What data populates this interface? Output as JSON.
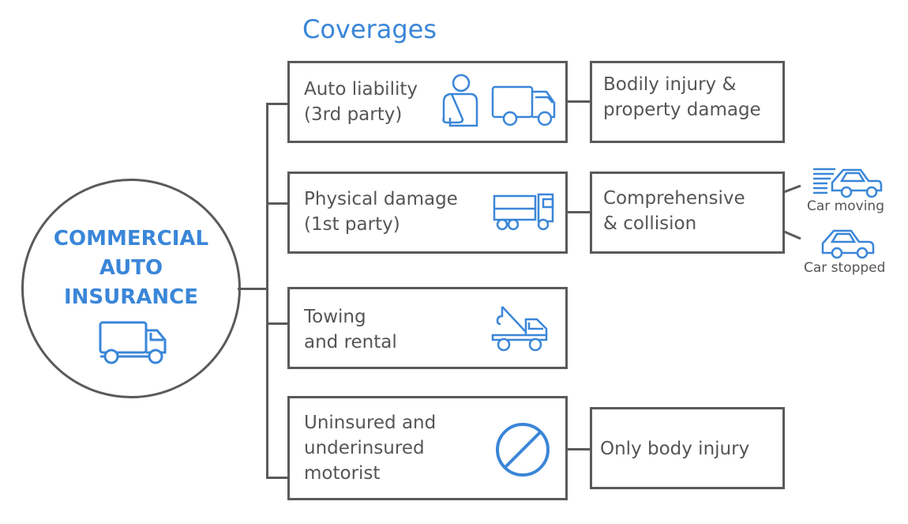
{
  "title": "Coverages",
  "center": {
    "lines": [
      "COMMERCIAL",
      "AUTO",
      "INSURANCE"
    ],
    "icon": "truck-icon"
  },
  "coverages": [
    {
      "lines": [
        "Auto liability",
        "(3rd party)"
      ],
      "icons": [
        "injured-person-icon",
        "truck-icon"
      ],
      "detail": [
        "Bodily injury &",
        "property damage"
      ]
    },
    {
      "lines": [
        "Physical damage",
        "(1st party)"
      ],
      "icons": [
        "semi-truck-icon"
      ],
      "detail": [
        "Comprehensive",
        "& collision"
      ]
    },
    {
      "lines": [
        "Towing",
        "and rental"
      ],
      "icons": [
        "tow-truck-icon"
      ]
    },
    {
      "lines": [
        "Uninsured and",
        "underinsured",
        "motorist"
      ],
      "icons": [
        "prohibited-icon"
      ],
      "detail": [
        "Only body injury"
      ]
    }
  ],
  "cars": [
    {
      "caption": "Car moving",
      "icon": "car-moving-icon"
    },
    {
      "caption": "Car stopped",
      "icon": "car-stopped-icon"
    }
  ],
  "colors": {
    "accent": "#3a86d8",
    "border": "#5a5a5a",
    "text": "#555555"
  }
}
